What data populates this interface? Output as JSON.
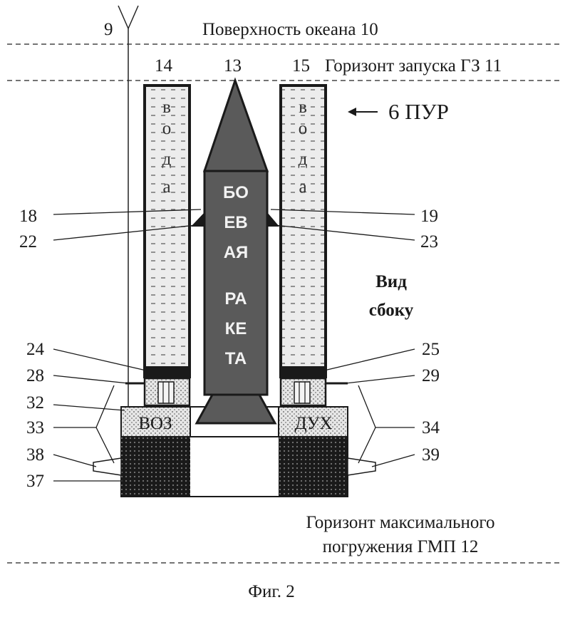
{
  "labels": {
    "n9": "9",
    "ocean_surface": "Поверхность океана  10",
    "n14": "14",
    "n13": "13",
    "n15": "15",
    "launch_horizon": "Горизонт запуска ГЗ  11",
    "pur": "6 ПУР",
    "n18": "18",
    "n22": "22",
    "n19": "19",
    "n23": "23",
    "side_view_1": "Вид",
    "side_view_2": "сбоку",
    "n24": "24",
    "n28": "28",
    "n32": "32",
    "n33": "33",
    "n38": "38",
    "n37": "37",
    "n25": "25",
    "n29": "29",
    "n34": "34",
    "n39": "39",
    "air_left": "ВОЗ",
    "air_right": "ДУХ",
    "max_depth_1": "Горизонт максимального",
    "max_depth_2": "погружения ГМП  12",
    "caption": "Фиг. 2"
  },
  "water": [
    "в",
    "о",
    "д",
    "а"
  ],
  "rocket": [
    "БО",
    "ЕВ",
    "АЯ",
    "РА",
    "КЕ",
    "ТА"
  ]
}
